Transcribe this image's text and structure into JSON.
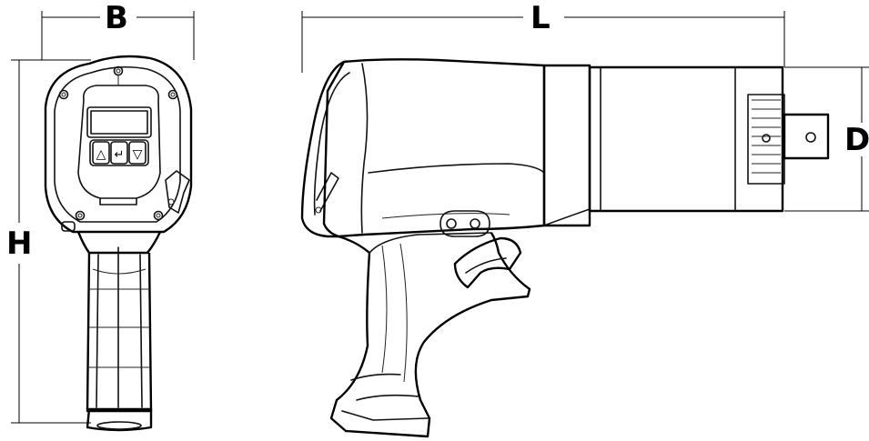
{
  "dimensions": {
    "width_label": "B",
    "height_label": "H",
    "length_label": "L",
    "diameter_label": "D"
  },
  "display": {
    "buttons": [
      "△",
      "↵",
      "▽"
    ]
  }
}
